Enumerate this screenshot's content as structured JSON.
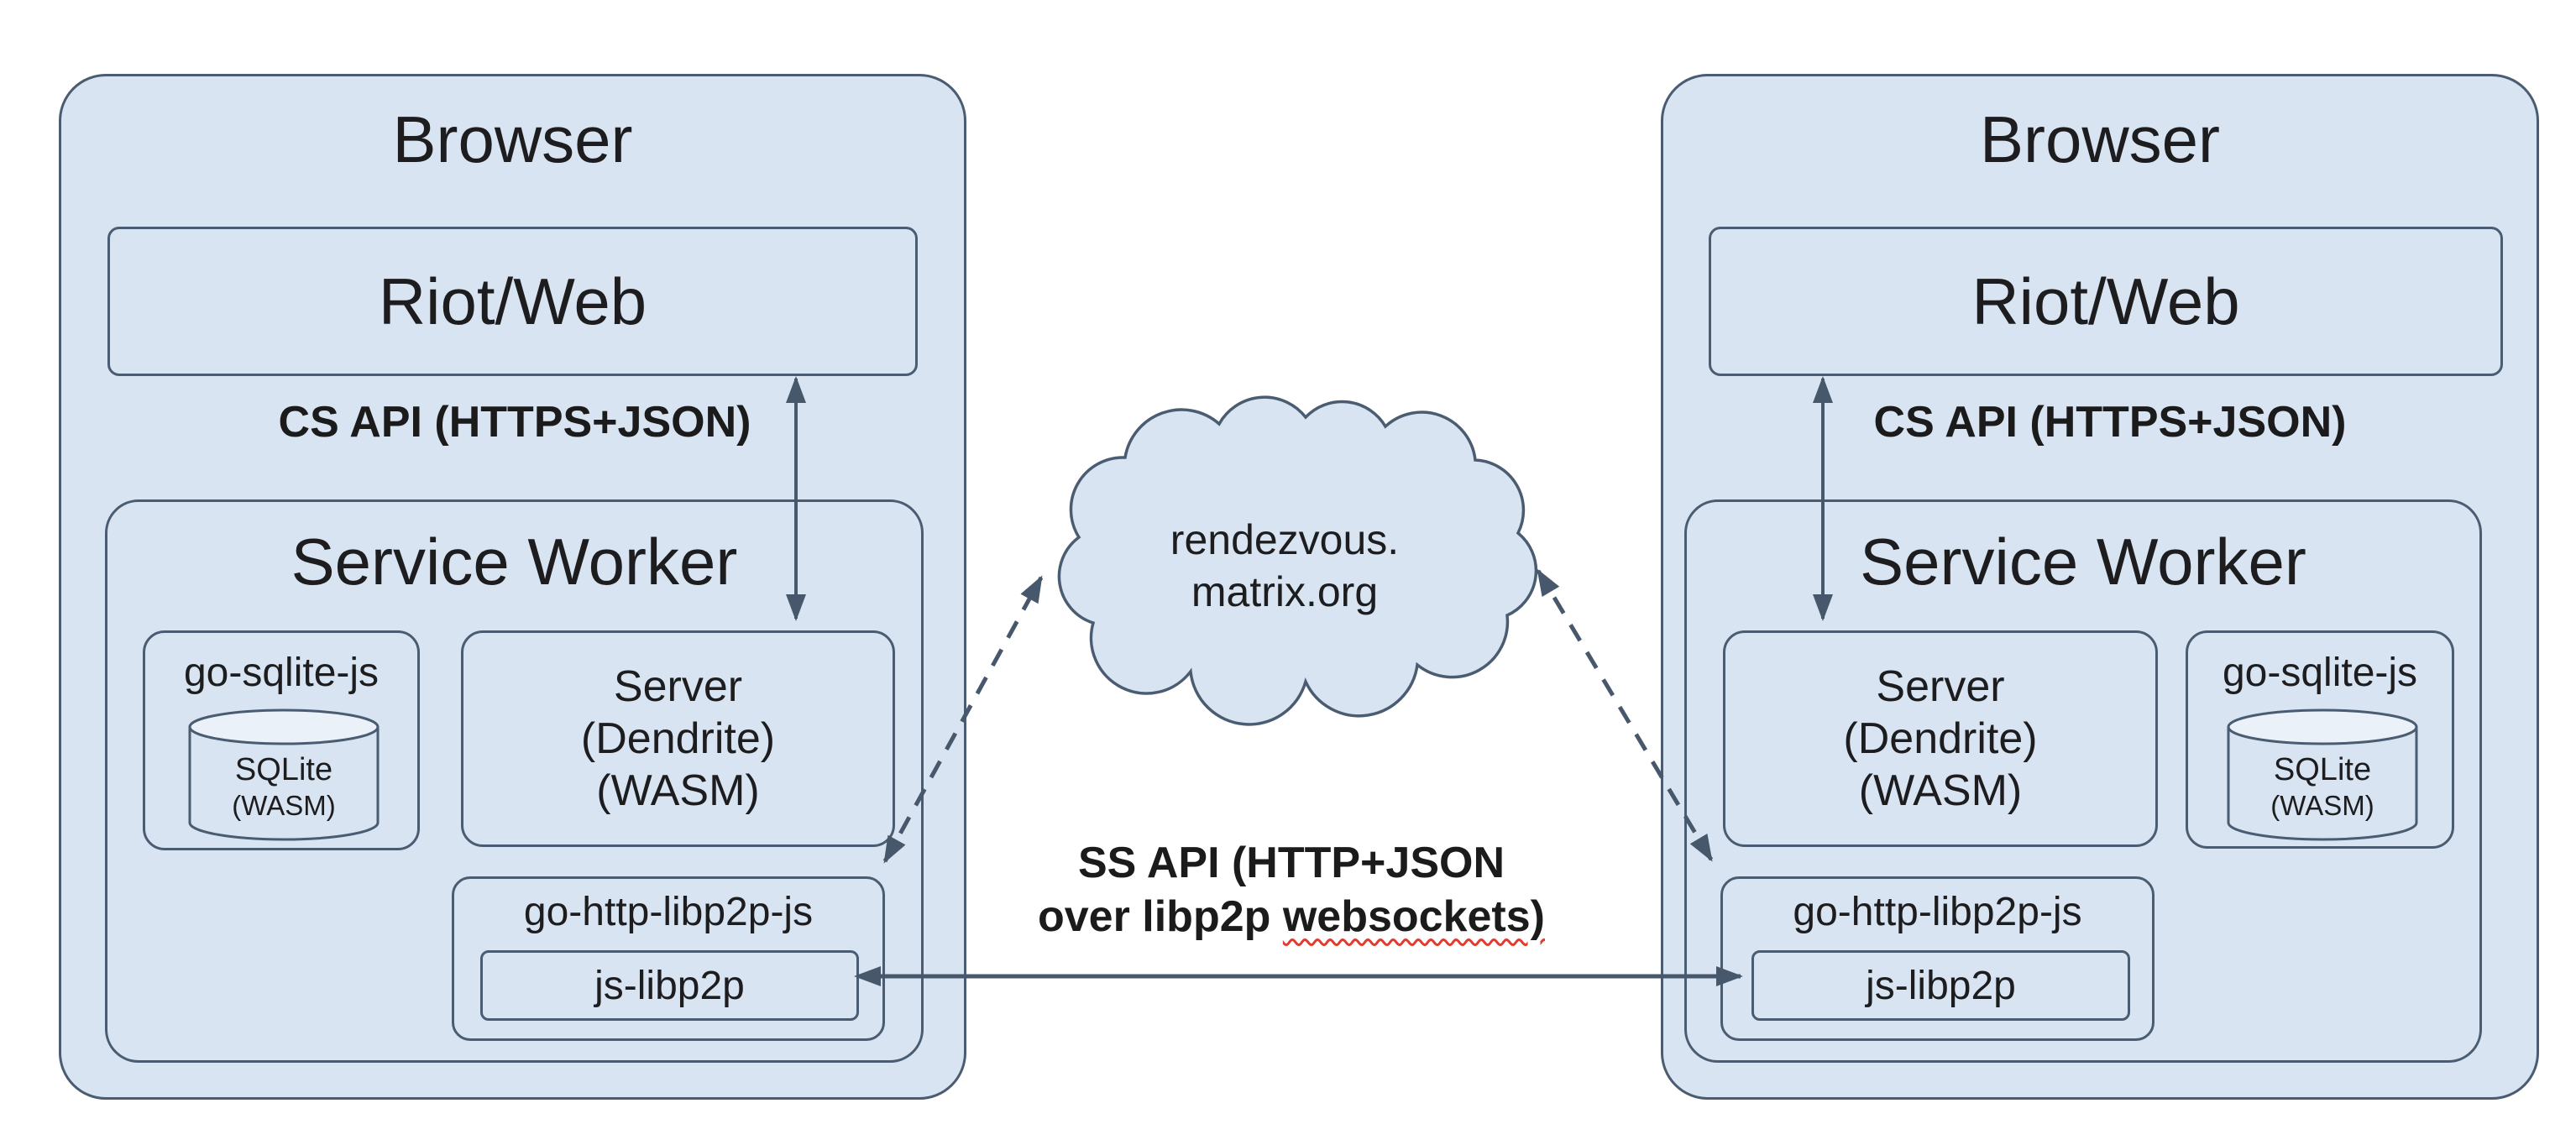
{
  "palette": {
    "background": "#ffffff",
    "box_fill": "#d8e4f1",
    "box_stroke": "#4a5c71",
    "arrow_color": "#47586c",
    "cylinder_top_fill": "#eaf1f9",
    "text_color": "#1d1d1f",
    "squiggle_color": "#e23b2e"
  },
  "browsers": [
    {
      "title": "Browser",
      "riot_label": "Riot/Web",
      "cs_api_label": "CS API (HTTPS+JSON)",
      "sw_title": "Service Worker",
      "go_sqlite_label": "go-sqlite-js",
      "sqlite_line1": "SQLite",
      "sqlite_line2": "(WASM)",
      "server_line1": "Server",
      "server_line2": "(Dendrite)",
      "server_line3": "(WASM)",
      "go_http_label": "go-http-libp2p-js",
      "js_libp2p_label": "js-libp2p"
    },
    {
      "title": "Browser",
      "riot_label": "Riot/Web",
      "cs_api_label": "CS API (HTTPS+JSON)",
      "sw_title": "Service Worker",
      "go_sqlite_label": "go-sqlite-js",
      "sqlite_line1": "SQLite",
      "sqlite_line2": "(WASM)",
      "server_line1": "Server",
      "server_line2": "(Dendrite)",
      "server_line3": "(WASM)",
      "go_http_label": "go-http-libp2p-js",
      "js_libp2p_label": "js-libp2p"
    }
  ],
  "cloud": {
    "line1": "rendezvous.",
    "line2": "matrix.org"
  },
  "ss_api_label": {
    "line1": "SS API (HTTP+JSON",
    "line2_prefix": "over libp2p ",
    "line2_underlined": "websockets)"
  }
}
